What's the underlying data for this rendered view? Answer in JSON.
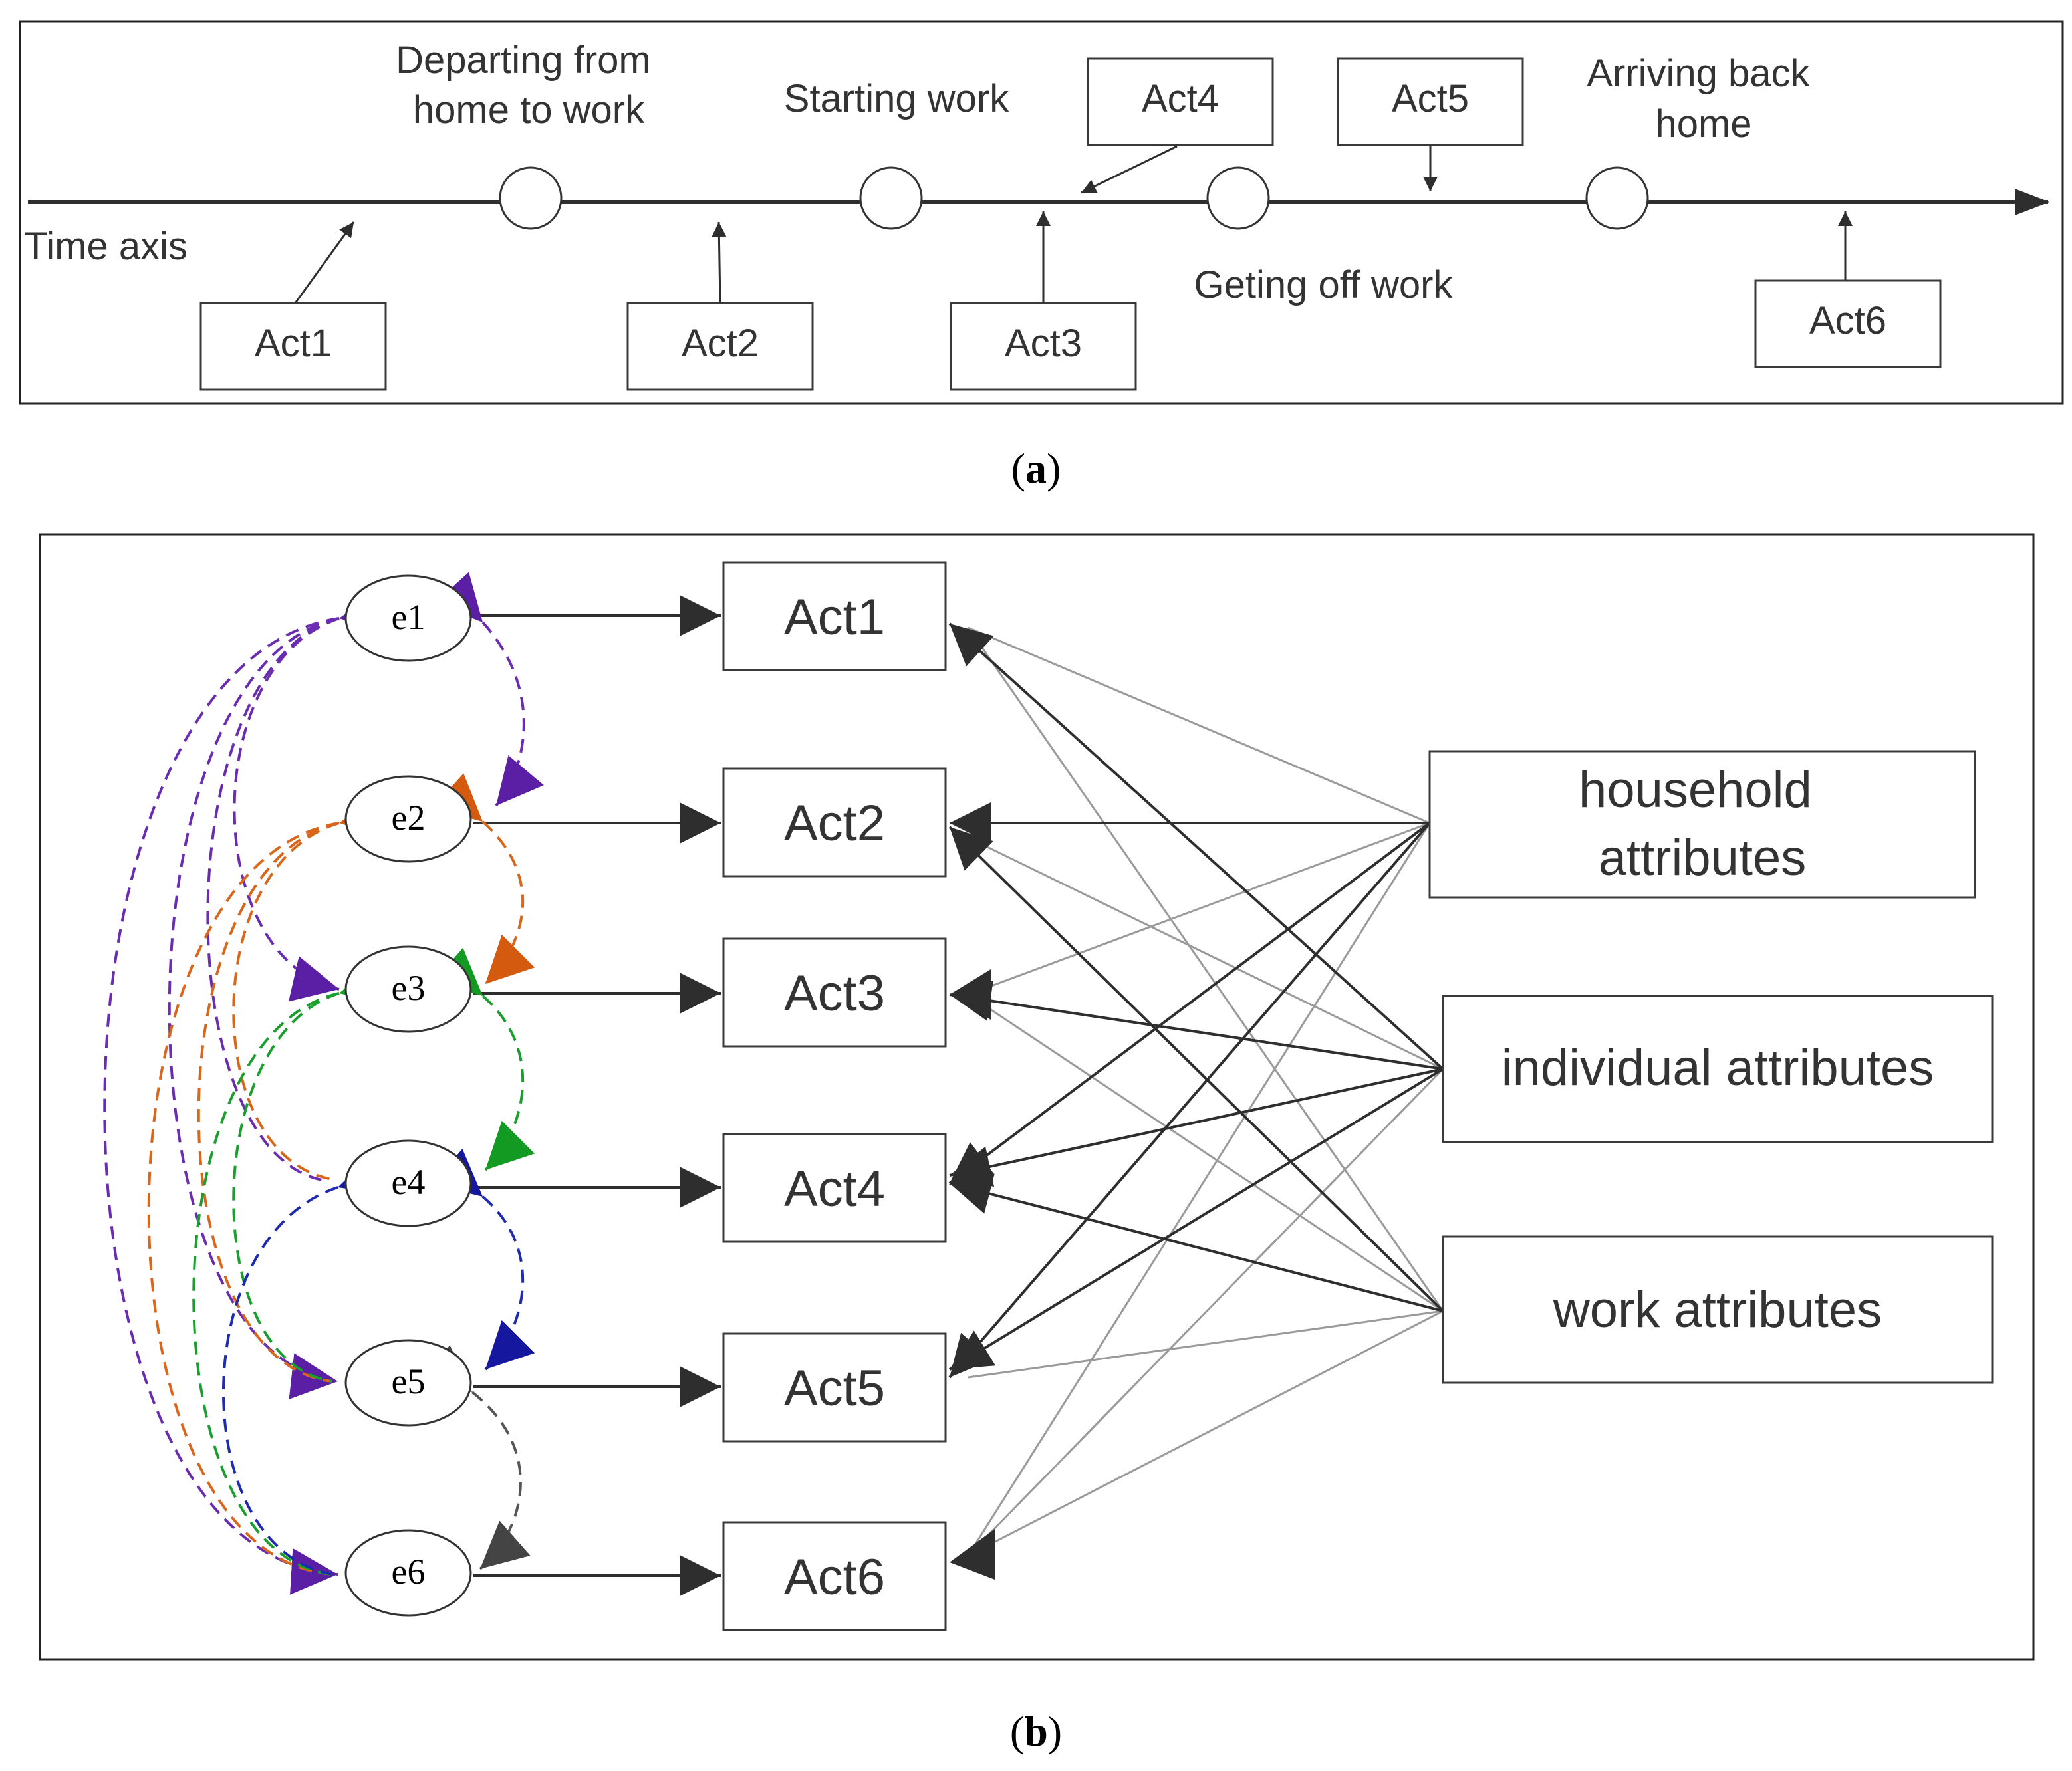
{
  "panel_a": {
    "caption_letter": "a",
    "axis_label": "Time axis",
    "events": [
      {
        "label_lines": [
          "Departing  from",
          "home to work"
        ]
      },
      {
        "label_lines": [
          "Starting work"
        ]
      },
      {
        "label_lines": [
          "Geting off work"
        ]
      },
      {
        "label_lines": [
          "Arriving back",
          "home"
        ]
      }
    ],
    "activities": [
      "Act1",
      "Act2",
      "Act3",
      "Act4",
      "Act5",
      "Act6"
    ]
  },
  "panel_b": {
    "caption_letter": "b",
    "errors": [
      "e1",
      "e2",
      "e3",
      "e4",
      "e5",
      "e6"
    ],
    "activities": [
      "Act1",
      "Act2",
      "Act3",
      "Act4",
      "Act5",
      "Act6"
    ],
    "attributes": [
      {
        "label_lines": [
          "household",
          "attributes"
        ]
      },
      {
        "label_lines": [
          "individual attributes"
        ]
      },
      {
        "label_lines": [
          "work attributes"
        ]
      }
    ],
    "covariance_colors": {
      "e1": "#6a2cb0",
      "e2": "#d9661b",
      "e3": "#1a9e2e",
      "e4": "#1f2bb0",
      "e5": "#555555"
    },
    "arrow_colors": {
      "dark": "#2e2e2e",
      "light": "#9a9a9a"
    }
  }
}
